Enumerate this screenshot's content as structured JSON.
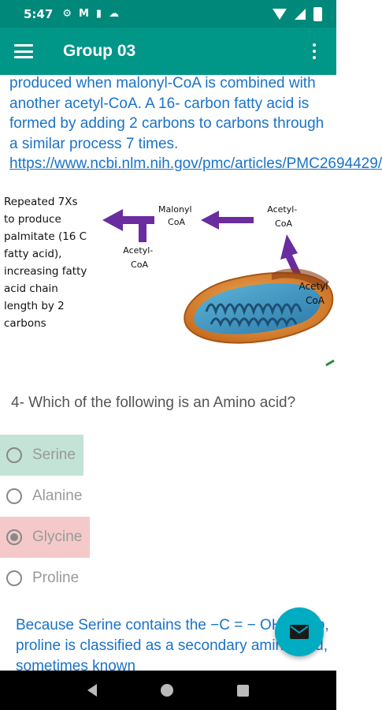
{
  "status": {
    "time": "5:47",
    "icons": [
      "gear-icon",
      "gmail-icon",
      "sim-icon",
      "cloud-icon"
    ]
  },
  "app_bar": {
    "title": "Group 03"
  },
  "explanation_top": {
    "text": "produced when malonyl-CoA is combined with another acetyl-CoA. A 16- carbon fatty acid is formed by adding 2 carbons to carbons through a similar process 7 times. ",
    "link": "https://www.ncbi.nlm.nih.gov/pmc/articles/PMC2694429/"
  },
  "diagram": {
    "side_text": [
      "Repeated 7Xs",
      "to produce",
      "palmitate (16 C",
      "fatty acid),",
      "increasing fatty",
      "acid chain",
      "length by 2",
      "carbons"
    ],
    "malonyl": [
      "Malonyl",
      "CoA"
    ],
    "acetyl_top": [
      "Acetyl-",
      "CoA"
    ],
    "acetyl_mid": [
      "Acetyl-",
      "CoA"
    ],
    "acetyl_mito": [
      "Acetyl",
      "CoA"
    ]
  },
  "question": {
    "text": "4-  Which of the following is an Amino acid?"
  },
  "options": [
    {
      "label": "Serine",
      "state": "correct",
      "checked": false
    },
    {
      "label": "Alanine",
      "state": "none",
      "checked": false
    },
    {
      "label": "Glycine",
      "state": "wrong",
      "checked": true
    },
    {
      "label": "Proline",
      "state": "none",
      "checked": false
    }
  ],
  "explanation_bottom": {
    "text": "Because Serine contains the −C = − OH group, proline is classified as a secondary amino acid, sometimes known"
  },
  "colors": {
    "status_bar": "#00887a",
    "app_bar": "#009688",
    "link_blue": "#1a73c8",
    "correct_bg": "#c3e3d6",
    "wrong_bg": "#f5c9c9",
    "fab": "#00acc1",
    "arrow_purple": "#6a2c9e"
  },
  "fab_icon": "mail-icon"
}
